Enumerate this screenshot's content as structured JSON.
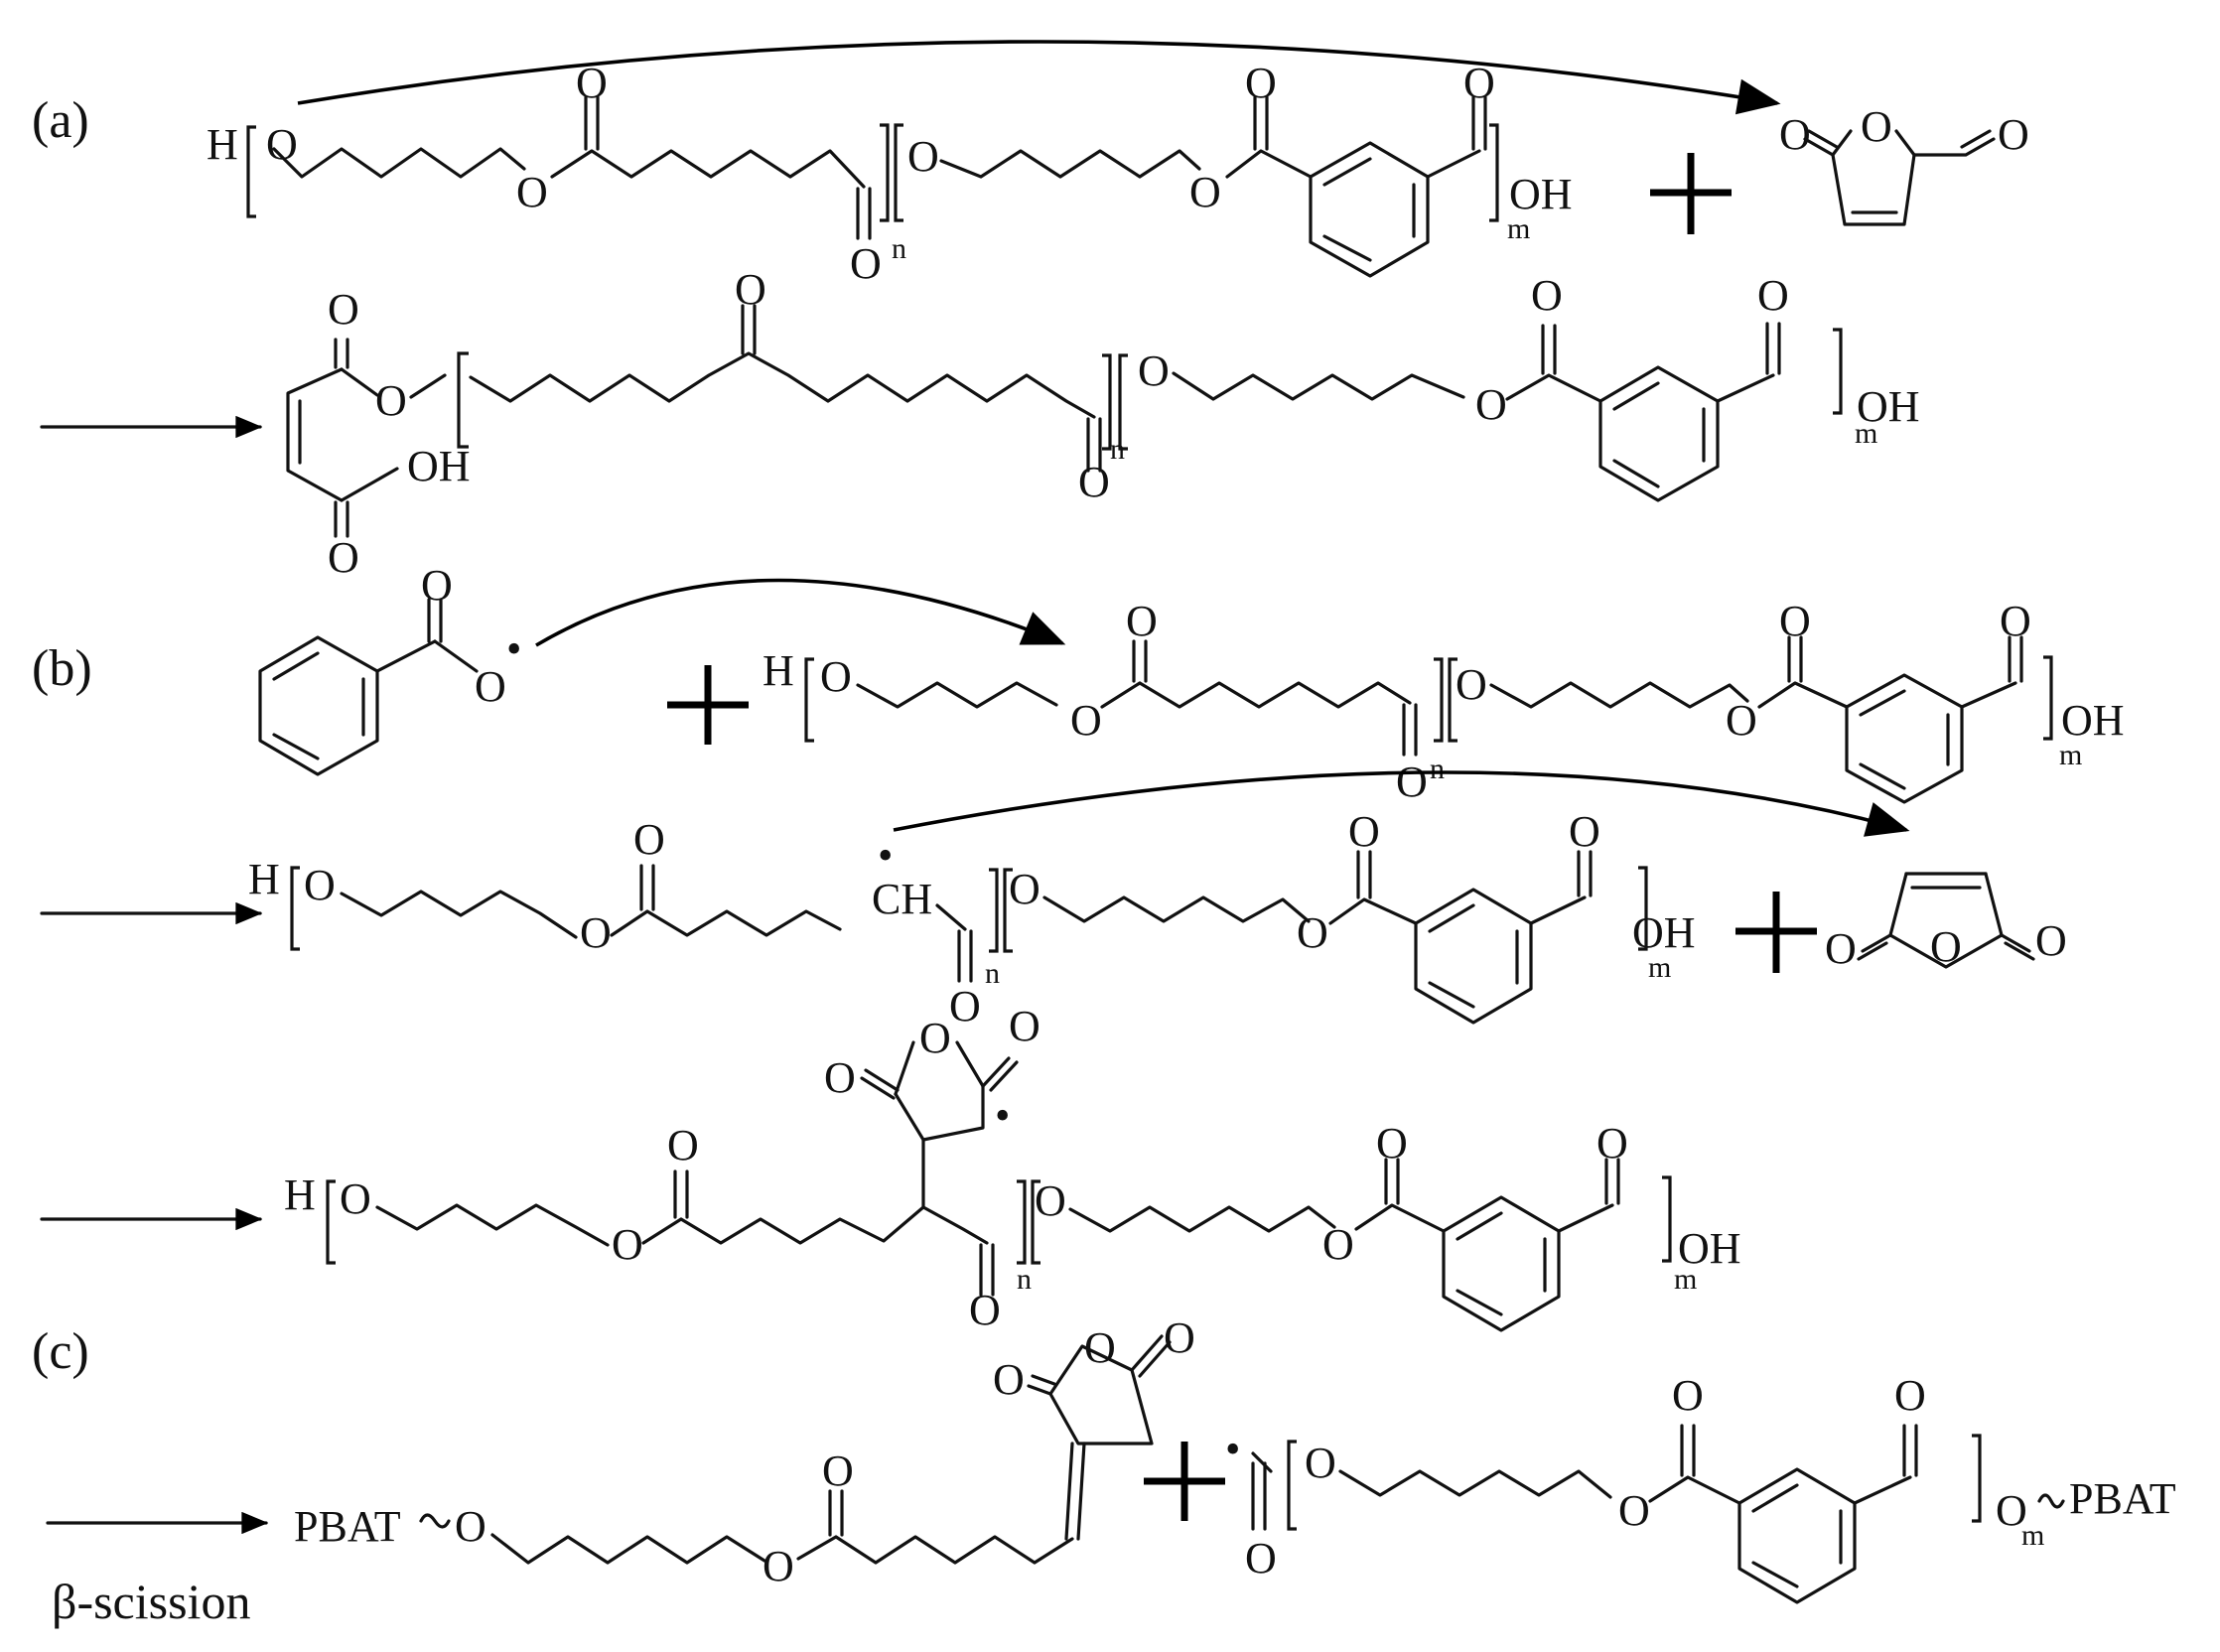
{
  "panels": {
    "a": "(a)",
    "b": "(b)",
    "c": "(c)"
  },
  "atoms": {
    "H": "H",
    "O": "O",
    "OH": "OH",
    "CH": "CH"
  },
  "subscripts": {
    "n": "n",
    "m": "m"
  },
  "pbat": "PBAT",
  "beta_scission": "β-scission",
  "radical_dot": "•",
  "colors": {
    "ink": "#111111",
    "background": "#ffffff"
  }
}
